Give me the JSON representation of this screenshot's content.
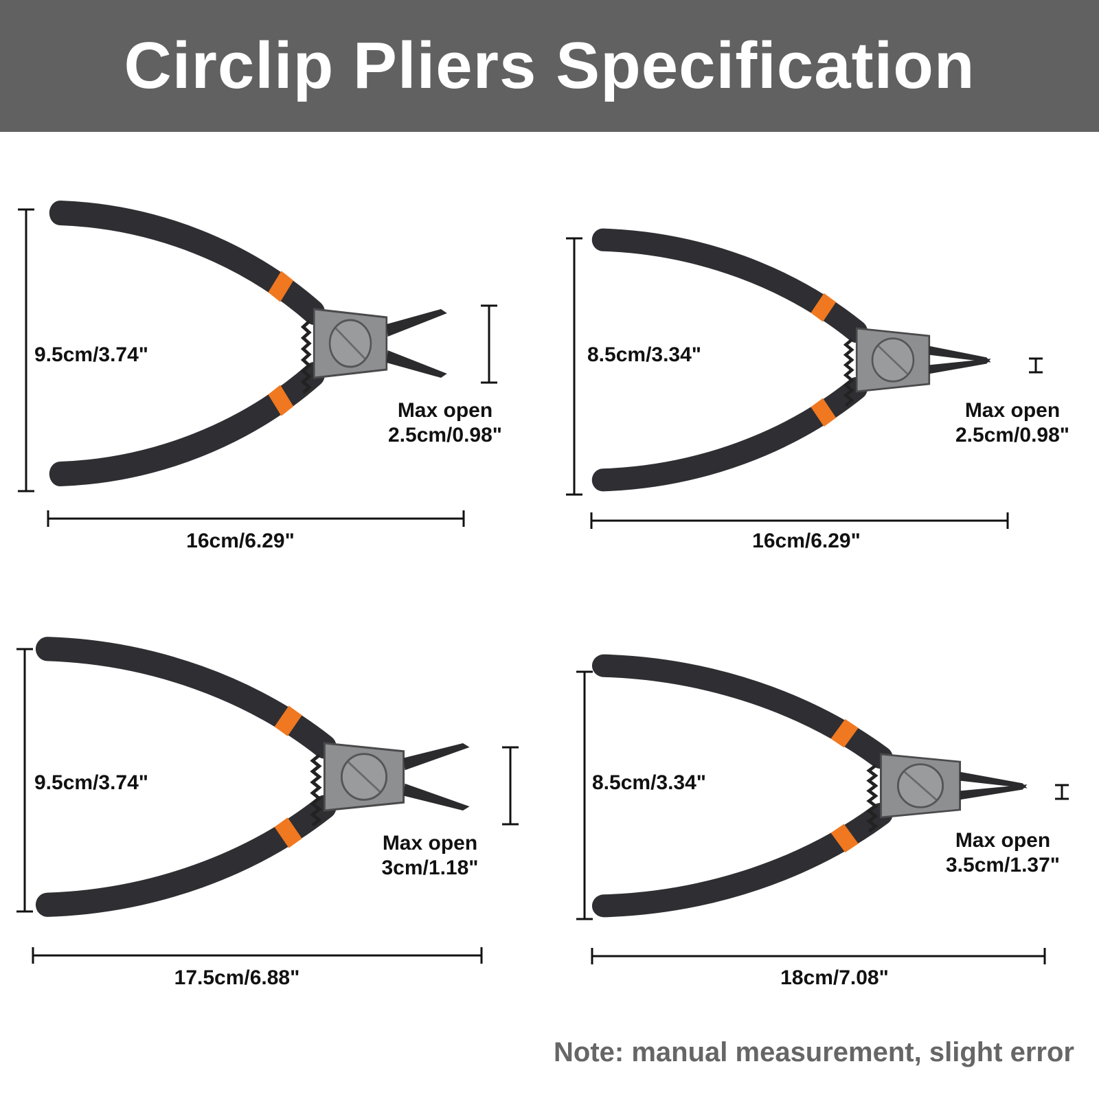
{
  "header": {
    "title": "Circlip Pliers Specification"
  },
  "colors": {
    "banner": "#616161",
    "handle": "#2f2f33",
    "sleeve": "#f07820",
    "metal": "#8e8f91",
    "dimension_line": "#111111"
  },
  "pliers": [
    {
      "id": "top-left",
      "tip_type": "internal-straight",
      "height": "9.5cm/3.74\"",
      "length": "16cm/6.29\"",
      "max_open_label": "Max open",
      "max_open_value": "2.5cm/0.98\""
    },
    {
      "id": "top-right",
      "tip_type": "external-straight",
      "height": "8.5cm/3.34\"",
      "length": "16cm/6.29\"",
      "max_open_label": "Max open",
      "max_open_value": "2.5cm/0.98\""
    },
    {
      "id": "bottom-left",
      "tip_type": "internal-straight",
      "height": "9.5cm/3.74\"",
      "length": "17.5cm/6.88\"",
      "max_open_label": "Max open",
      "max_open_value": "3cm/1.18\""
    },
    {
      "id": "bottom-right",
      "tip_type": "external-straight",
      "height": "8.5cm/3.34\"",
      "length": "18cm/7.08\"",
      "max_open_label": "Max open",
      "max_open_value": "3.5cm/1.37\""
    }
  ],
  "footer": {
    "note": "Note: manual measurement, slight error"
  }
}
